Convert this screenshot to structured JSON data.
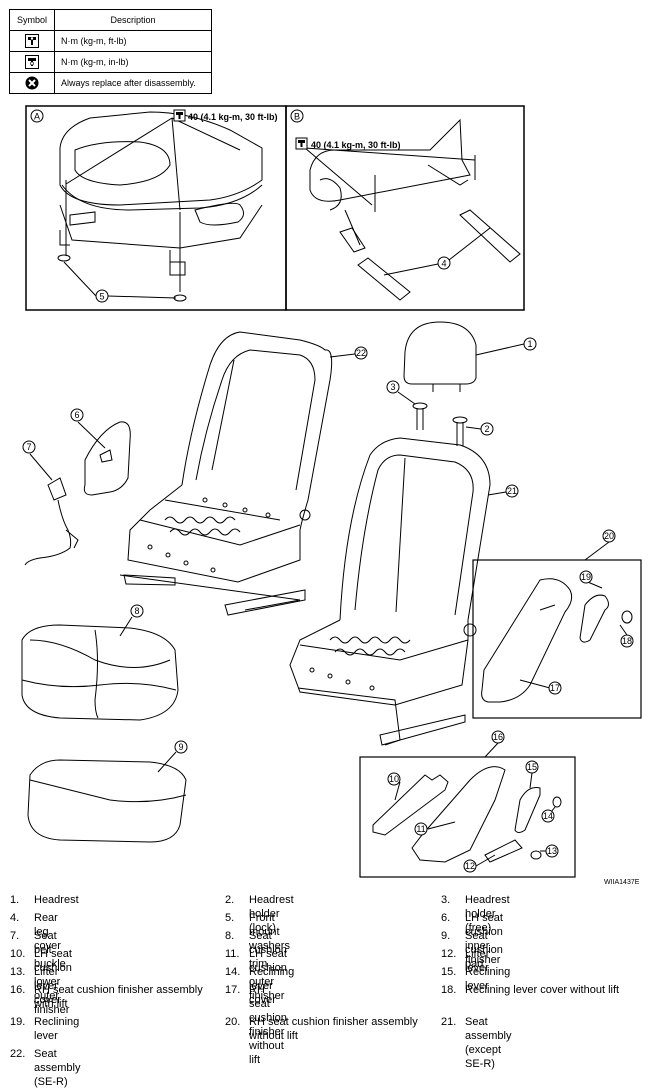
{
  "symbol_table": {
    "header_symbol": "Symbol",
    "header_description": "Description",
    "rows": [
      {
        "icon": "torque-wrench-icon",
        "description": "N·m (kg-m, ft-lb)"
      },
      {
        "icon": "torque-wrench-inlb-icon",
        "description": "N·m (kg-m, in-lb)"
      },
      {
        "icon": "always-replace-icon",
        "description": "Always replace after disassembly."
      }
    ]
  },
  "detail_a": {
    "label": "A",
    "torque": "40 (4.1 kg-m, 30 ft-lb)",
    "callout_5": "5"
  },
  "detail_b": {
    "label": "B",
    "torque": "40 (4.1 kg-m, 30 ft-lb)",
    "callout_4": "4"
  },
  "callouts": [
    "1",
    "2",
    "3",
    "6",
    "7",
    "8",
    "9",
    "10",
    "11",
    "12",
    "13",
    "14",
    "15",
    "16",
    "17",
    "18",
    "19",
    "20",
    "21",
    "22"
  ],
  "figure_code": "WIIA1437E",
  "legend": [
    {
      "num": "1.",
      "text": "Headrest"
    },
    {
      "num": "2.",
      "text": "Headrest holder (lock)"
    },
    {
      "num": "3.",
      "text": "Headrest holder (free)"
    },
    {
      "num": "4.",
      "text": "Rear leg cover"
    },
    {
      "num": "5.",
      "text": "Front mount washers"
    },
    {
      "num": "6.",
      "text": "LH seat cushion inner finisher"
    },
    {
      "num": "7.",
      "text": "Seat belt buckle"
    },
    {
      "num": "8.",
      "text": "Seat cushion trim"
    },
    {
      "num": "9.",
      "text": "Seat cushion pad"
    },
    {
      "num": "10.",
      "text": "LH seat cushion lower outer finisher"
    },
    {
      "num": "11.",
      "text": "LH seat cushion outer finisher"
    },
    {
      "num": "12.",
      "text": "Lifter lever"
    },
    {
      "num": "13.",
      "text": "Lifter lever cover"
    },
    {
      "num": "14.",
      "text": "Reclining lever cover"
    },
    {
      "num": "15.",
      "text": "Reclining lever"
    },
    {
      "num": "16.",
      "text": "RH seat cushion finisher assembly with lift"
    },
    {
      "num": "17.",
      "text": "RH seat cushion finisher without lift"
    },
    {
      "num": "18.",
      "text": "Reclining lever cover without lift"
    },
    {
      "num": "19.",
      "text": "Reclining lever"
    },
    {
      "num": "20.",
      "text": "RH seat cushion finisher assembly without lift"
    },
    {
      "num": "21.",
      "text": "Seat assembly (except SE-R)"
    },
    {
      "num": "22.",
      "text": "Seat assembly (SE-R)"
    }
  ]
}
